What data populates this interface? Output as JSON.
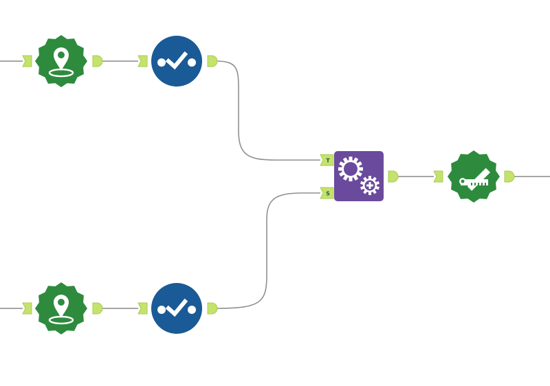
{
  "canvas": {
    "background": "#ffffff",
    "connection_color": "#a6a6a6",
    "anchor_fill": "#c5e26d",
    "anchor_stroke": "#a8cc4f"
  },
  "tools": [
    {
      "id": "spatial-1",
      "kind": "spatial-object",
      "icon": "map-pin-icon",
      "shape": "starburst",
      "color": "#2e8b3d"
    },
    {
      "id": "check-1",
      "kind": "test-check",
      "icon": "checkmark-dots-icon",
      "shape": "circle",
      "color": "#1a5a96"
    },
    {
      "id": "spatial-2",
      "kind": "spatial-object",
      "icon": "map-pin-icon",
      "shape": "starburst",
      "color": "#2e8b3d"
    },
    {
      "id": "check-2",
      "kind": "test-check",
      "icon": "checkmark-dots-icon",
      "shape": "circle",
      "color": "#1a5a96"
    },
    {
      "id": "macro",
      "kind": "macro",
      "icon": "gears-plus-icon",
      "shape": "rounded-square",
      "color": "#6a4a9c"
    },
    {
      "id": "angle",
      "kind": "angle-measure",
      "icon": "protractor-icon",
      "shape": "starburst",
      "color": "#2e8b3d"
    }
  ],
  "macro_inputs": [
    {
      "label": "T"
    },
    {
      "label": "S"
    }
  ],
  "connections": [
    {
      "from": "canvas-left",
      "to": "spatial-1"
    },
    {
      "from": "spatial-1",
      "to": "check-1"
    },
    {
      "from": "check-1",
      "to": "macro.T"
    },
    {
      "from": "canvas-left",
      "to": "spatial-2"
    },
    {
      "from": "spatial-2",
      "to": "check-2"
    },
    {
      "from": "check-2",
      "to": "macro.S"
    },
    {
      "from": "macro",
      "to": "angle"
    },
    {
      "from": "angle",
      "to": "canvas-right"
    }
  ]
}
